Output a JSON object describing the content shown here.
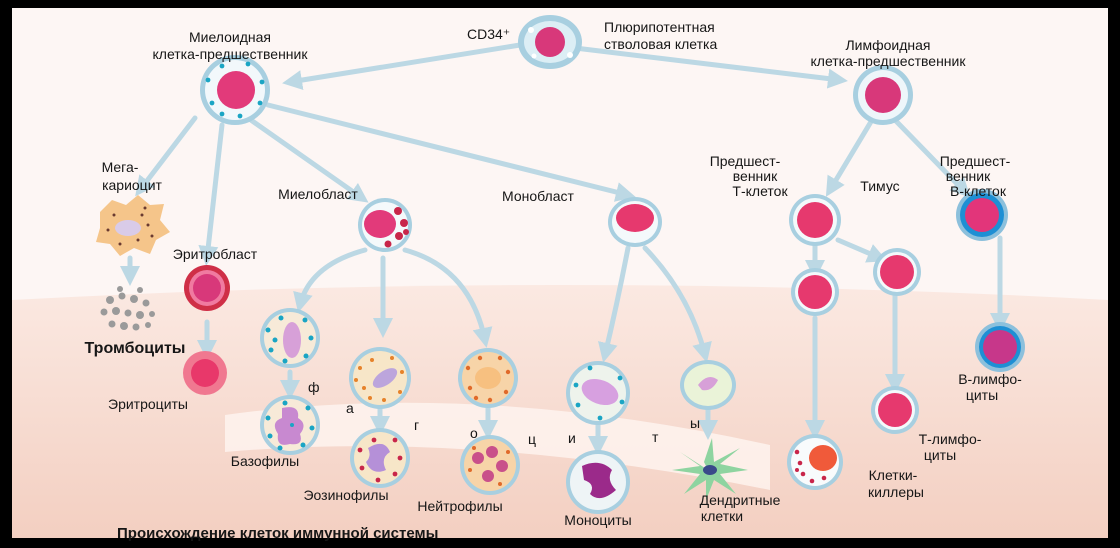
{
  "title": "Происхождение клеток иммунной системы",
  "labels": {
    "cd34": "CD34⁺",
    "stem_1": "Плюрипотентная",
    "stem_2": "стволовая клетка",
    "myeloid_1": "Миелоидная",
    "myeloid_2": "клетка-предшественник",
    "lymphoid_1": "Лимфоидная",
    "lymphoid_2": "клетка-предшественник",
    "mega_1": "Мега-",
    "mega_2": "кариоцит",
    "myeloblast": "Миелобласт",
    "monoblast": "Монобласт",
    "tprog_1": "Предшест-",
    "tprog_2": "венник",
    "tprog_3": "Т-клеток",
    "thymus": "Тимус",
    "bprog_1": "Предшест-",
    "bprog_2": "венник",
    "bprog_3": "В-клеток",
    "erythroblast": "Эритробласт",
    "platelets": "Тромбоциты",
    "erythrocytes": "Эритроциты",
    "basophils": "Базофилы",
    "eosinophils": "Эозинофилы",
    "neutrophils": "Нейтрофилы",
    "monocytes": "Моноциты",
    "dendritic_1": "Дендритные",
    "dendritic_2": "клетки",
    "killers_1": "Клетки-",
    "killers_2": "киллеры",
    "blymph_1": "В-лимфо-",
    "blymph_2": "циты",
    "tlymph_1": "Т-лимфо-",
    "tlymph_2": "циты",
    "phago_1": "ф",
    "phago_2": "а",
    "phago_3": "г",
    "phago_4": "о",
    "phago_5": "ц",
    "phago_6": "и",
    "phago_7": "т",
    "phago_8": "ы"
  },
  "colors": {
    "background": "#fdf6f4",
    "band": "#f6d8cc",
    "arrow": "#bcd8e4",
    "nucleus": "#e63d78",
    "membrane": "#a8cfe0",
    "granule_blue": "#1aa5c4",
    "granule_red": "#c8264a",
    "granule_orange": "#e6822a"
  }
}
